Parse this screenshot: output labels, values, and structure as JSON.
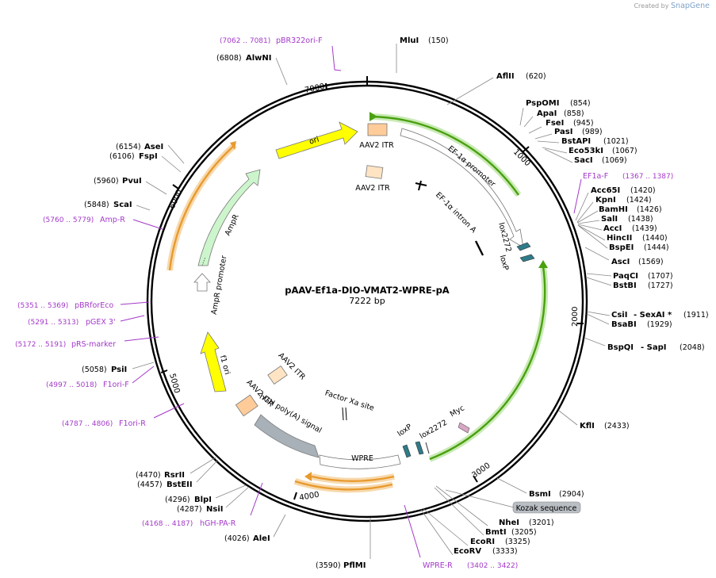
{
  "watermark": {
    "prefix": "Created by",
    "brand": "SnapGene"
  },
  "plasmid": {
    "name": "pAAV-Ef1a-DIO-VMAT2-WPRE-pA",
    "size": "7222 bp"
  },
  "ticks": [
    "1000",
    "2000",
    "3000",
    "4000",
    "5000",
    "6000",
    "7000"
  ],
  "sites": [
    {
      "name": "MluI",
      "pos": "(150)"
    },
    {
      "name": "AflII",
      "pos": "(620)"
    },
    {
      "name": "PspOMI",
      "pos": "(854)"
    },
    {
      "name": "ApaI",
      "pos": "(858)"
    },
    {
      "name": "FseI",
      "pos": "(945)"
    },
    {
      "name": "PasI",
      "pos": "(989)"
    },
    {
      "name": "BstAPI",
      "pos": "(1021)"
    },
    {
      "name": "Eco53kI",
      "pos": "(1067)"
    },
    {
      "name": "SacI",
      "pos": "(1069)"
    },
    {
      "name": "Acc65I",
      "pos": "(1420)"
    },
    {
      "name": "KpnI",
      "pos": "(1424)"
    },
    {
      "name": "BamHI",
      "pos": "(1426)"
    },
    {
      "name": "SalI",
      "pos": "(1438)"
    },
    {
      "name": "AccI",
      "pos": "(1439)"
    },
    {
      "name": "HincII",
      "pos": "(1440)"
    },
    {
      "name": "BspEI",
      "pos": "(1444)"
    },
    {
      "name": "AscI",
      "pos": "(1569)"
    },
    {
      "name": "PaqCI",
      "pos": "(1707)"
    },
    {
      "name": "BstBI",
      "pos": "(1727)"
    },
    {
      "name": "CsiI",
      "pos": ""
    },
    {
      "name": "- SexAI *",
      "pos": "(1911)"
    },
    {
      "name": "BsaBI",
      "pos": "(1929)"
    },
    {
      "name": "BspQI",
      "pos": ""
    },
    {
      "name": "- SapI",
      "pos": "(2048)"
    },
    {
      "name": "KflI",
      "pos": "(2433)"
    },
    {
      "name": "BsmI",
      "pos": "(2904)"
    },
    {
      "name": "NheI",
      "pos": "(3201)"
    },
    {
      "name": "BmtI",
      "pos": "(3205)"
    },
    {
      "name": "EcoRI",
      "pos": "(3325)"
    },
    {
      "name": "EcoRV",
      "pos": "(3333)"
    },
    {
      "name": "PflMI",
      "pos": "(3590)"
    },
    {
      "name": "AleI",
      "pos": "(4026)"
    },
    {
      "name": "NsiI",
      "pos": "(4287)"
    },
    {
      "name": "BlpI",
      "pos": "(4296)"
    },
    {
      "name": "BstEII",
      "pos": "(4457)"
    },
    {
      "name": "RsrII",
      "pos": "(4470)"
    },
    {
      "name": "PsiI",
      "pos": "(5058)"
    },
    {
      "name": "ScaI",
      "pos": "(5848)"
    },
    {
      "name": "PvuI",
      "pos": "(5960)"
    },
    {
      "name": "FspI",
      "pos": "(6106)"
    },
    {
      "name": "AseI",
      "pos": "(6154)"
    },
    {
      "name": "AlwNI",
      "pos": "(6808)"
    }
  ],
  "primers": [
    {
      "name": "pBR322ori-F",
      "pos": "(7062 .. 7081)"
    },
    {
      "name": "EF1a-F",
      "pos": "(1367 .. 1387)"
    },
    {
      "name": "WPRE-R",
      "pos": "(3402 .. 3422)"
    },
    {
      "name": "hGH-PA-R",
      "pos": "(4168 .. 4187)"
    },
    {
      "name": "F1ori-R",
      "pos": "(4787 .. 4806)"
    },
    {
      "name": "F1ori-F",
      "pos": "(4997 .. 5018)"
    },
    {
      "name": "pRS-marker",
      "pos": "(5172 .. 5191)"
    },
    {
      "name": "pGEX 3'",
      "pos": "(5291 .. 5313)"
    },
    {
      "name": "pBRforEco",
      "pos": "(5351 .. 5369)"
    },
    {
      "name": "Amp-R",
      "pos": "(5760 .. 5779)"
    }
  ],
  "features": [
    {
      "label": "ori",
      "color": "#ffff00"
    },
    {
      "label": "AmpR",
      "color": "#ccf5cc"
    },
    {
      "label": "AmpR promoter",
      "color": "#ffffff"
    },
    {
      "label": "f1 ori",
      "color": "#ffff00"
    },
    {
      "label": "AAV2 ITR",
      "color": "#ffcc99"
    },
    {
      "label": "AAV2 ITR",
      "color": "#ffe4c4"
    },
    {
      "label": "EF-1α promoter",
      "color": "#ffffff"
    },
    {
      "label": "EF-1α intron A",
      "color": "#000000"
    },
    {
      "label": "lox2272",
      "color": "#2f7b8a"
    },
    {
      "label": "loxP",
      "color": "#2f7b8a"
    },
    {
      "label": "Myc",
      "color": "#d7a7c4"
    },
    {
      "label": "WPRE",
      "color": "#ffffff"
    },
    {
      "label": "hGH poly(A) signal",
      "color": "#a8b0b8"
    },
    {
      "label": "Factor Xa site",
      "color": "#000000"
    },
    {
      "label": "AAV2 ITR",
      "color": "#ffe4c4"
    },
    {
      "label": "AAV2 ITR",
      "color": "#ffcc99"
    }
  ],
  "kozak": {
    "label": "Kozak sequence"
  },
  "colors": {
    "primer": "#a339c9",
    "orf_orange": "#e89a2e",
    "orf_green": "#57b80f"
  }
}
